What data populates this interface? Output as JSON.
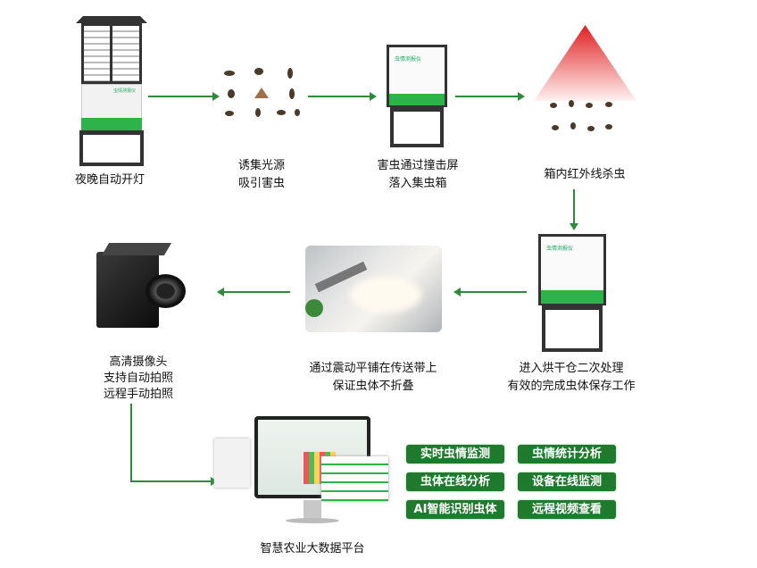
{
  "steps": {
    "night_light": "夜晚自动开灯",
    "attract_line1": "诱集光源",
    "attract_line2": "吸引害虫",
    "hit_line1": "害虫通过撞击屏",
    "hit_line2": "落入集虫箱",
    "kill": "箱内红外线杀虫",
    "dry_line1": "进入烘干仓二次处理",
    "dry_line2": "有效的完成虫体保存工作",
    "conveyor_line1": "通过震动平铺在传送带上",
    "conveyor_line2": "保证虫体不折叠",
    "camera_line1": "高清摄像头",
    "camera_line2": "支持自动拍照",
    "camera_line3": "远程手动拍照",
    "platform": "智慧农业大数据平台"
  },
  "device_label": "虫情测报仪",
  "features": [
    "实时虫情监测",
    "虫情统计分析",
    "虫体在线分析",
    "设备在线监测",
    "AI智能识别虫体",
    "远程视频查看"
  ],
  "colors": {
    "accent_green": "#1f7a2e",
    "arrow": "#2e8b3a",
    "device_green": "#2db34a",
    "infrared": "#e02020"
  }
}
